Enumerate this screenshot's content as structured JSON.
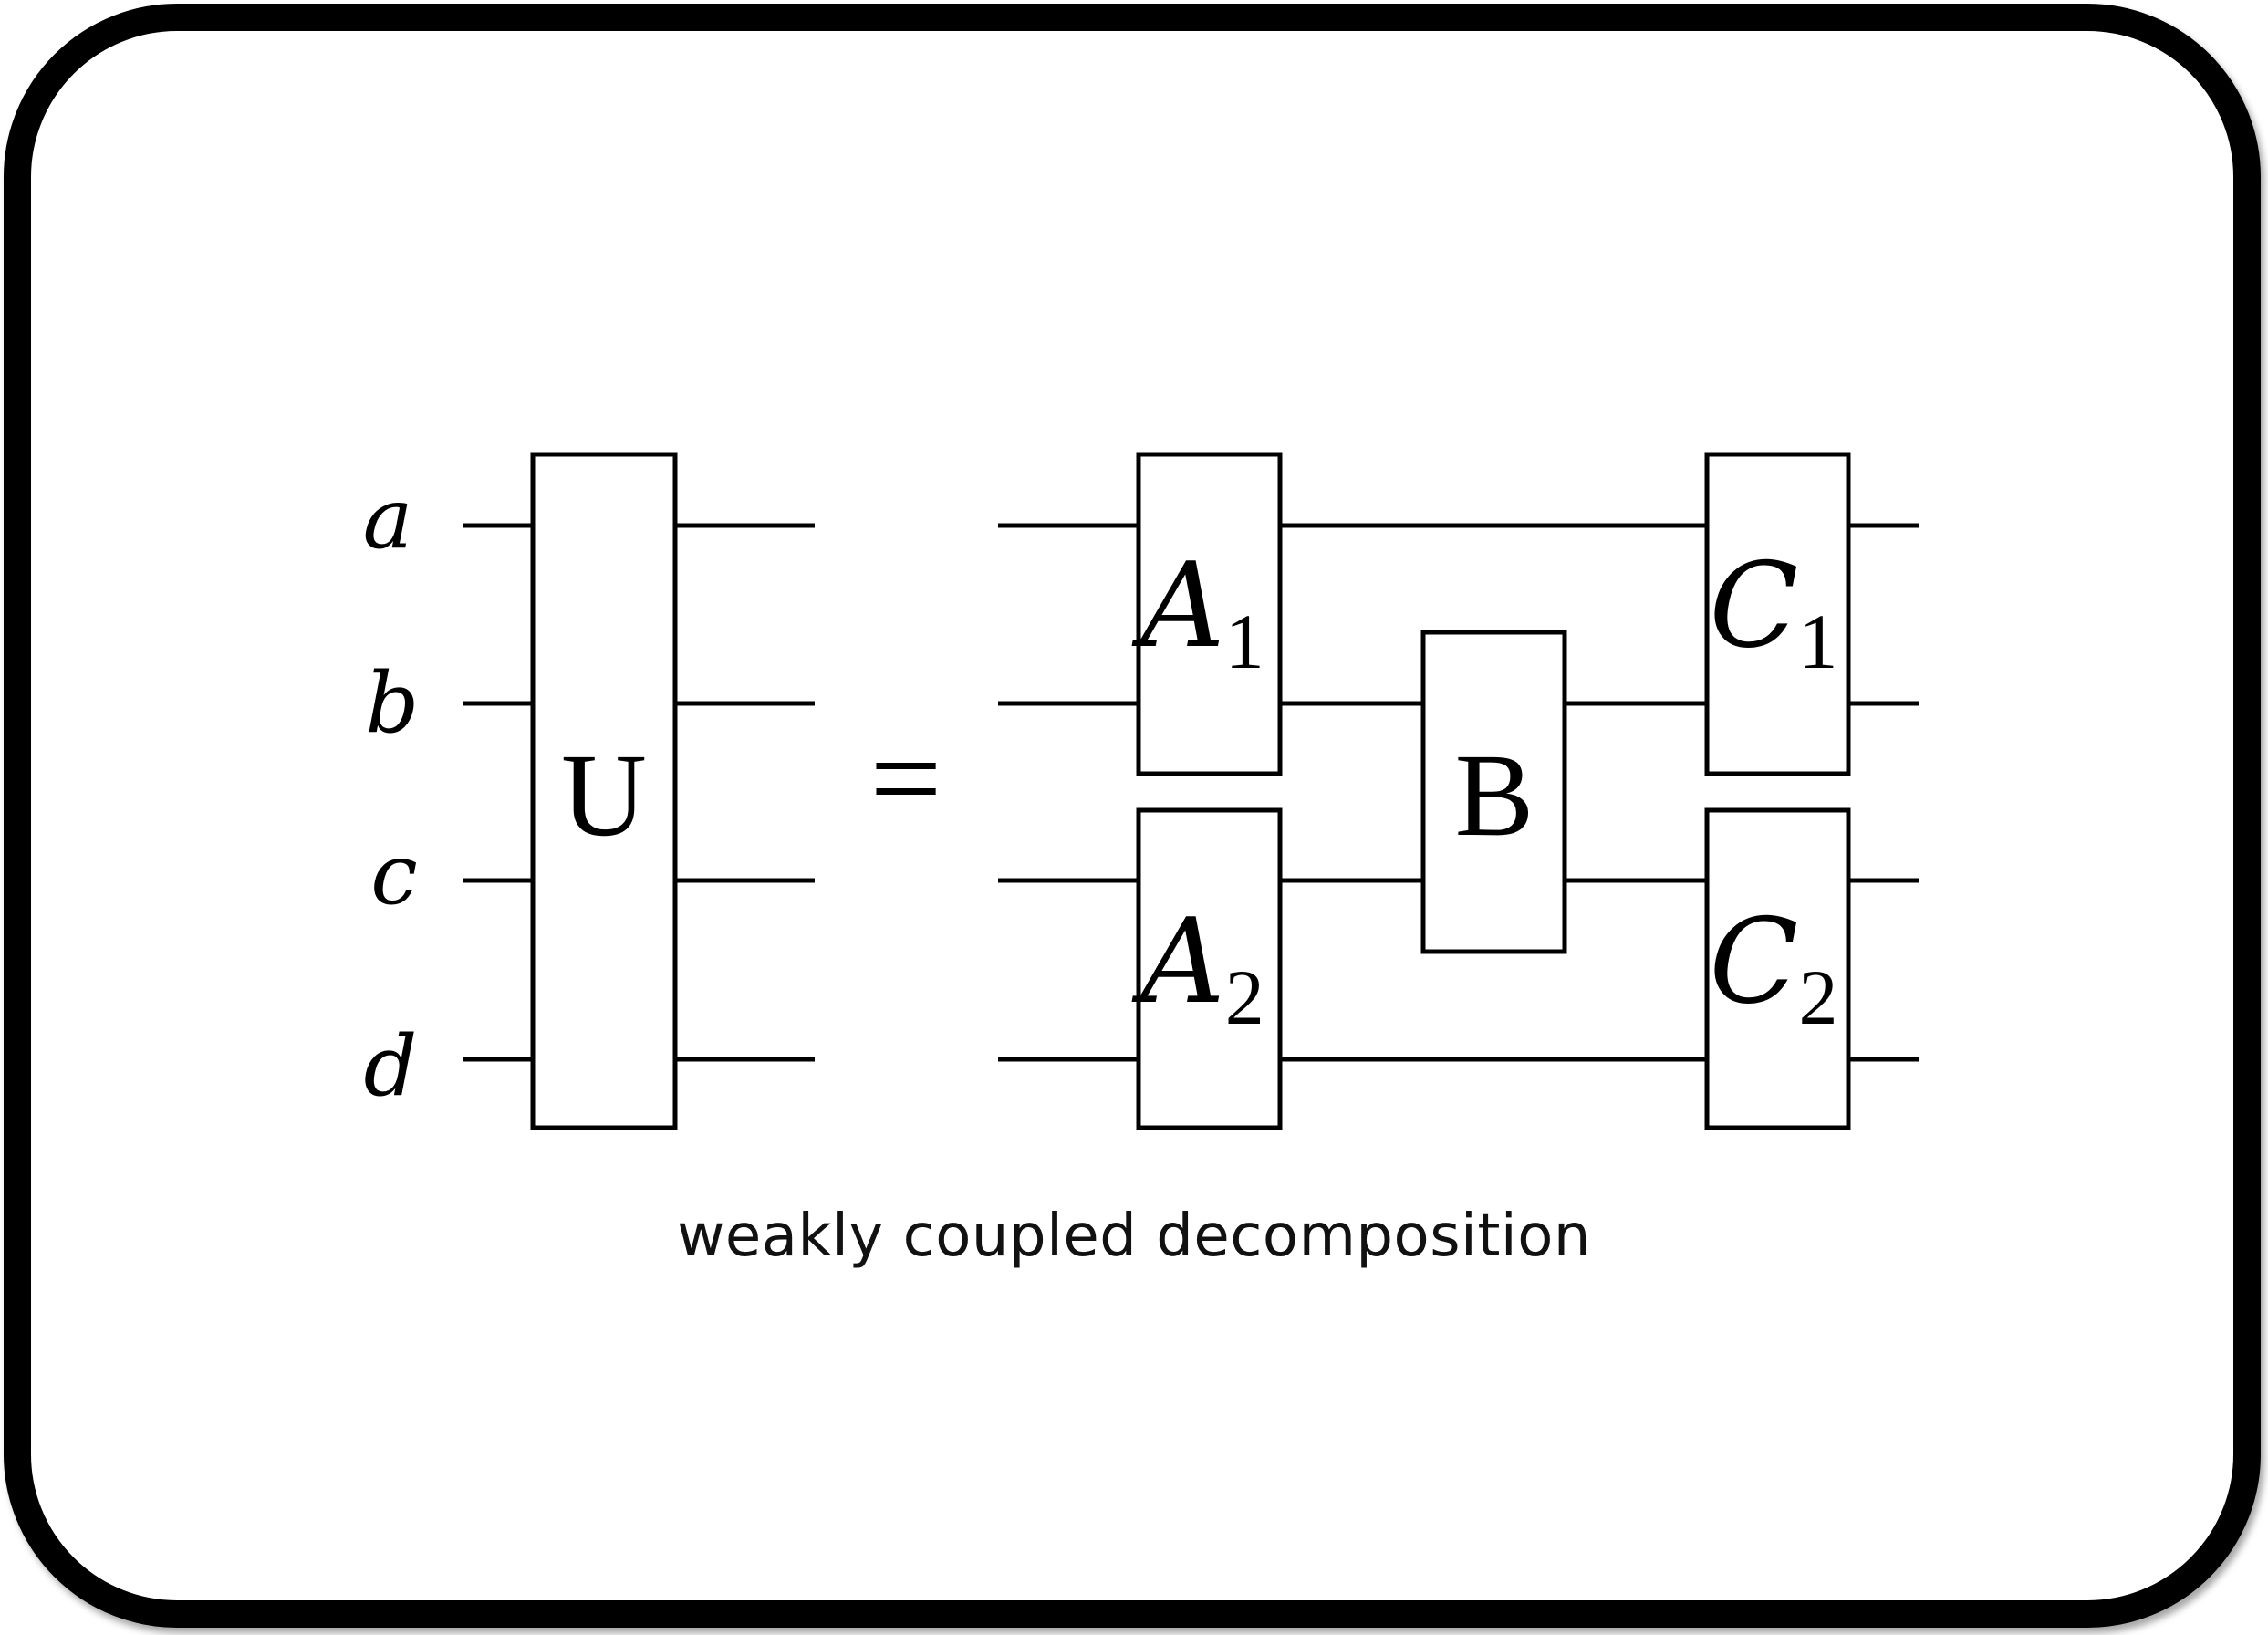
{
  "diagram": {
    "wire_labels": [
      "a",
      "b",
      "c",
      "d"
    ],
    "lhs_gate": "U",
    "equals_sign": "=",
    "rhs_gates": [
      {
        "id": "A1",
        "base": "A",
        "sub": "1",
        "wires": [
          "a",
          "b"
        ]
      },
      {
        "id": "A2",
        "base": "A",
        "sub": "2",
        "wires": [
          "c",
          "d"
        ]
      },
      {
        "id": "B",
        "base": "B",
        "sub": "",
        "wires": [
          "b",
          "c"
        ]
      },
      {
        "id": "C1",
        "base": "C",
        "sub": "1",
        "wires": [
          "a",
          "b"
        ]
      },
      {
        "id": "C2",
        "base": "C",
        "sub": "2",
        "wires": [
          "c",
          "d"
        ]
      }
    ],
    "caption": "weakly coupled decomposition"
  }
}
